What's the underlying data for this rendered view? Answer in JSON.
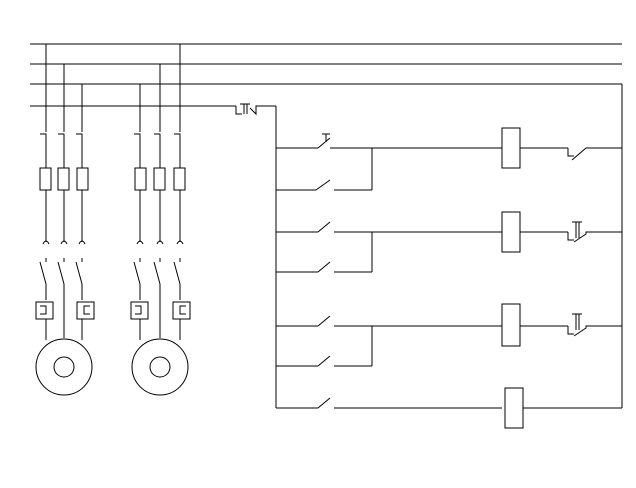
{
  "diagram": {
    "type": "electrical-schematic",
    "background_color": "#ffffff",
    "line_color": "#000000",
    "power_section": {
      "phase_busbars": 3,
      "neutral_bus": 1,
      "motors": [
        {
          "fuses": 3,
          "contact_sets": 3,
          "thermal_overloads": 2
        },
        {
          "fuses": 3,
          "contact_sets": 3,
          "thermal_overloads": 2
        }
      ]
    },
    "control_section": {
      "rungs": 4,
      "main_control_switch": "thermal-overload-contact",
      "rung_layout": [
        {
          "contacts": [
            "push-button-nc",
            "normally-open"
          ],
          "coil": true,
          "interlock": "normally-closed"
        },
        {
          "contacts": [
            "normally-open",
            "normally-open"
          ],
          "coil": true,
          "interlock": "push-button-nc"
        },
        {
          "contacts": [
            "normally-open",
            "normally-open"
          ],
          "coil": true,
          "interlock": "push-button-nc"
        },
        {
          "contacts": [
            "normally-open"
          ],
          "coil": true,
          "interlock": "none"
        }
      ]
    }
  }
}
